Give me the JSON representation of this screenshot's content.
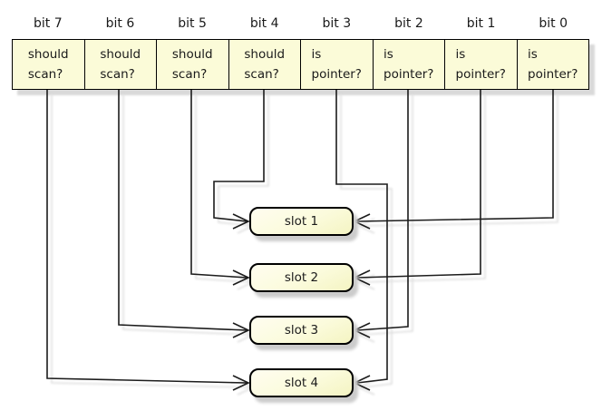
{
  "diagram": {
    "description": "bit flags routed to slots",
    "bits": [
      {
        "label": "bit 7",
        "line1": "should",
        "line2": "scan?"
      },
      {
        "label": "bit 6",
        "line1": "should",
        "line2": "scan?"
      },
      {
        "label": "bit 5",
        "line1": "should",
        "line2": "scan?"
      },
      {
        "label": "bit 4",
        "line1": "should",
        "line2": "scan?"
      },
      {
        "label": "bit 3",
        "line1": "is",
        "line2": "pointer?"
      },
      {
        "label": "bit 2",
        "line1": "is",
        "line2": "pointer?"
      },
      {
        "label": "bit 1",
        "line1": "is",
        "line2": "pointer?"
      },
      {
        "label": "bit 0",
        "line1": "is",
        "line2": "pointer?"
      }
    ],
    "slots": [
      {
        "label": "slot 1"
      },
      {
        "label": "slot 2"
      },
      {
        "label": "slot 3"
      },
      {
        "label": "slot 4"
      }
    ],
    "connections": [
      {
        "from": "bit 7",
        "to": "slot 4",
        "enters": "left"
      },
      {
        "from": "bit 6",
        "to": "slot 3",
        "enters": "left"
      },
      {
        "from": "bit 5",
        "to": "slot 2",
        "enters": "left"
      },
      {
        "from": "bit 4",
        "to": "slot 1",
        "enters": "left"
      },
      {
        "from": "bit 3",
        "to": "slot 4",
        "enters": "right"
      },
      {
        "from": "bit 2",
        "to": "slot 3",
        "enters": "right"
      },
      {
        "from": "bit 1",
        "to": "slot 2",
        "enters": "right"
      },
      {
        "from": "bit 0",
        "to": "slot 1",
        "enters": "right"
      }
    ],
    "colors": {
      "box_fill": "#fbfbd8",
      "slot_fill_top": "#fffdf0",
      "slot_fill_bottom": "#f4f4c2",
      "border": "#000000",
      "wire": "#1c1c1c",
      "shadow": "#d9d9d9",
      "background": "#ffffff"
    }
  }
}
